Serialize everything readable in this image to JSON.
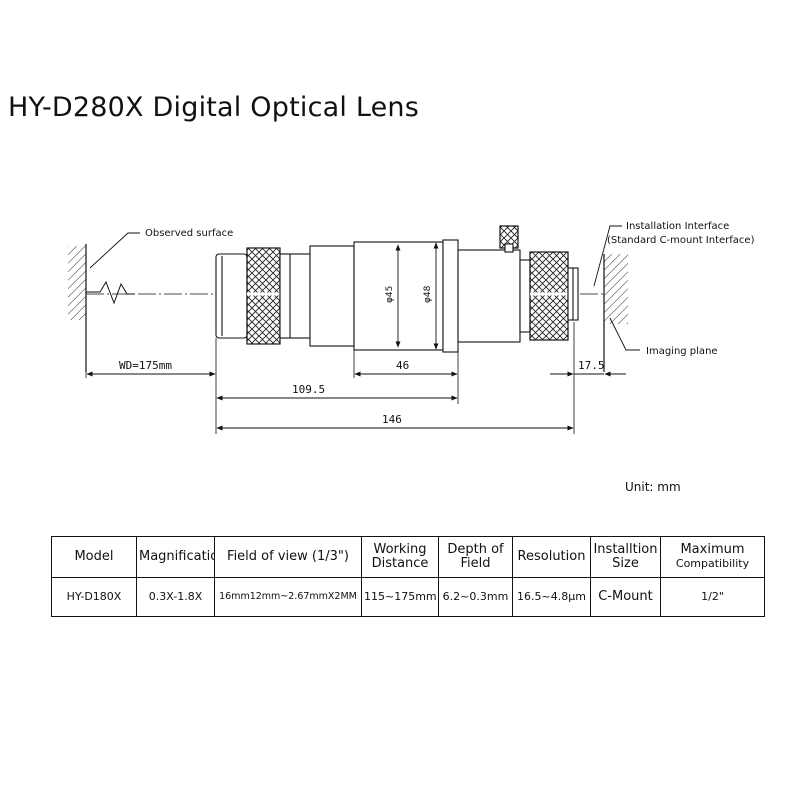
{
  "title": "HY-D280X Digital Optical Lens",
  "annotations": {
    "observed_surface": "Observed surface",
    "installation_interface": "Installation Interface",
    "installation_interface_sub": "(Standard C-mount Interface)",
    "imaging_plane": "Imaging plane"
  },
  "dimensions": {
    "wd": "WD=175mm",
    "d46": "46",
    "d17_5": "17.5",
    "d109_5": "109.5",
    "d146": "146",
    "dia45": "φ45",
    "dia48": "φ48"
  },
  "unit": "Unit: mm",
  "table": {
    "headers": {
      "model": "Model",
      "magnification": "Magnification",
      "fov": "Field of view (1/3\")",
      "wd_line1": "Working",
      "wd_line2": "Distance",
      "dof_line1": "Depth of",
      "dof_line2": "Field",
      "resolution": "Resolution",
      "size_line1": "Installtion",
      "size_line2": "Size",
      "compat_line1": "Maximum",
      "compat_line2": "Compatibility"
    },
    "row": {
      "model": "HY-D180X",
      "magnification": "0.3X-1.8X",
      "fov": "16mm12mm~2.67mmX2MM",
      "wd": "115~175mm",
      "dof": "6.2~0.3mm",
      "resolution": "16.5~4.8μm",
      "size": "C-Mount",
      "compat": "1/2\""
    }
  }
}
